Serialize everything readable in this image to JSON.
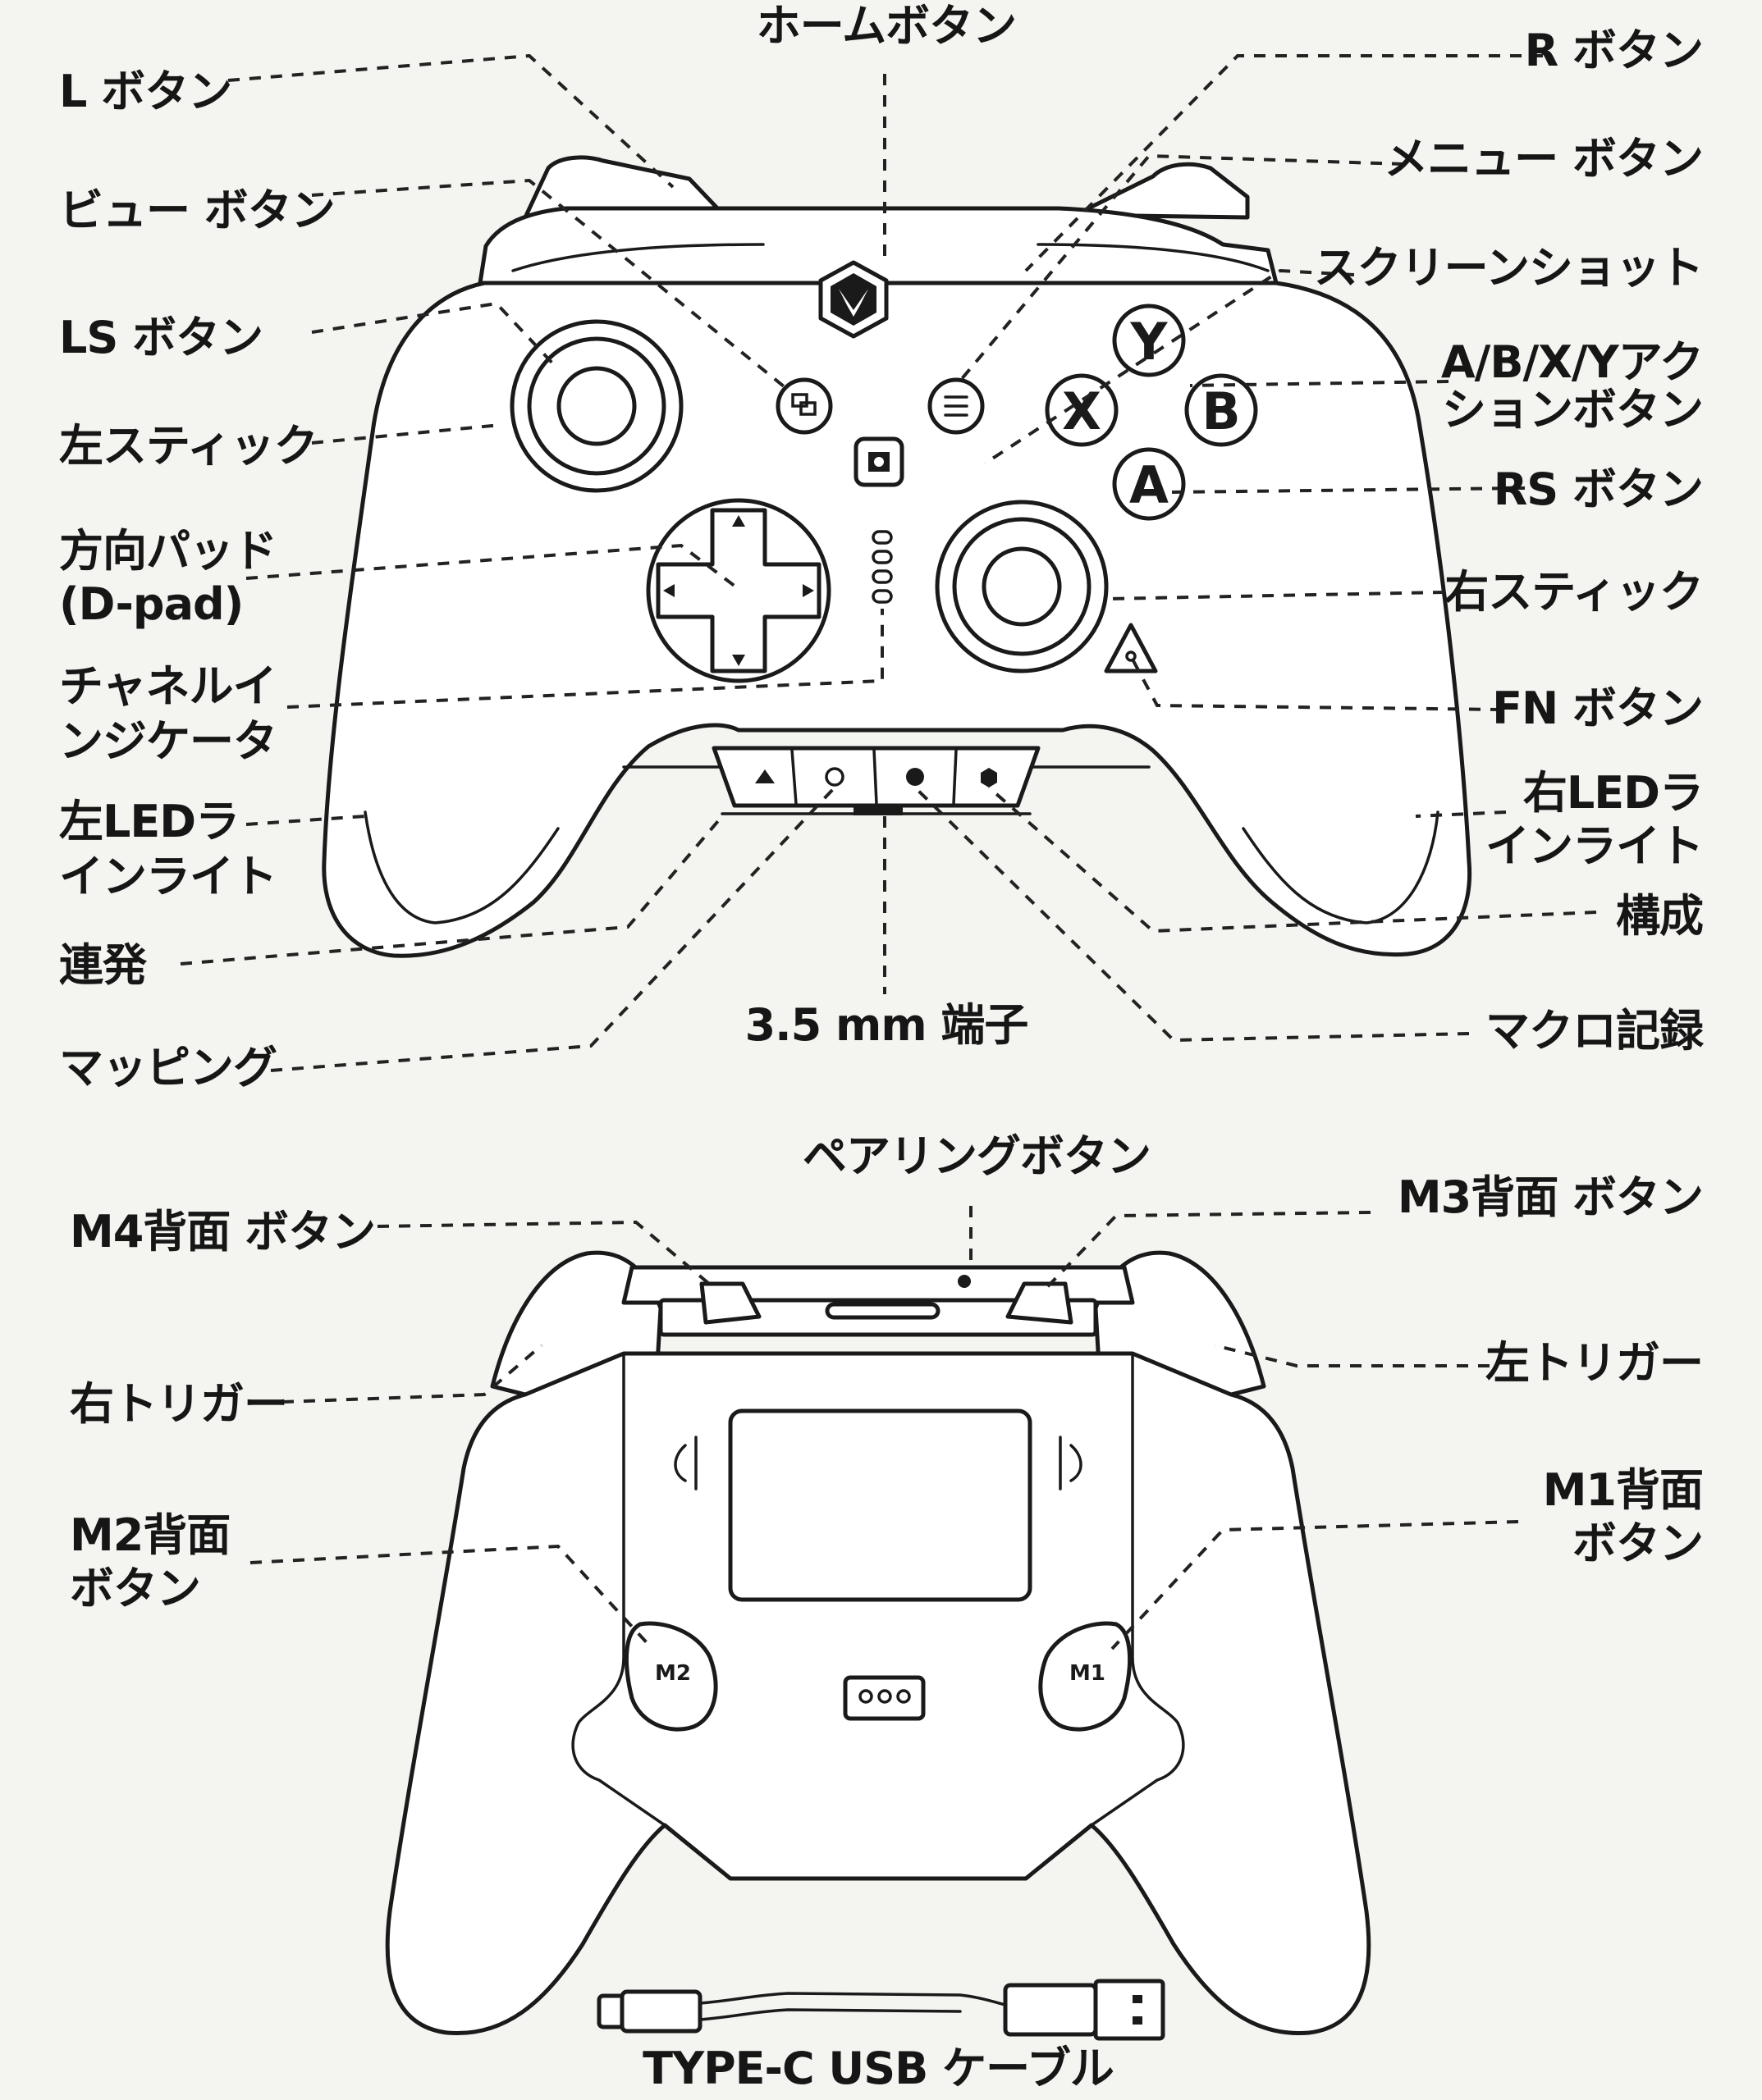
{
  "labels": {
    "home_button": "ホームボタン",
    "l_button": "L ボタン",
    "view_button": "ビュー ボタン",
    "ls_button": "LS ボタン",
    "left_stick": "左スティック",
    "dpad_line1": "方向パッド",
    "dpad_line2": "(D-pad)",
    "channel_line1": "チャネルイ",
    "channel_line2": "ンジケータ",
    "left_led_line1": "左LEDラ",
    "left_led_line2": "インライト",
    "turbo": "連発",
    "mapping": "マッピング",
    "audio_jack": "3.5 mm 端子",
    "r_button": "R ボタン",
    "menu_button": "メニュー ボタン",
    "screenshot": "スクリーンショット",
    "action_line1": "A/B/X/Yアク",
    "action_line2": "ションボタン",
    "rs_button": "RS ボタン",
    "right_stick": "右スティック",
    "fn_button": "FN ボタン",
    "right_led_line1": "右LEDラ",
    "right_led_line2": "インライト",
    "config": "構成",
    "macro": "マクロ記録",
    "pairing_button": "ペアリングボタン",
    "m4_button": "M4背面 ボタン",
    "m3_button": "M3背面 ボタン",
    "right_trigger": "右トリガー",
    "left_trigger": "左トリガー",
    "m2_line1": "M2背面",
    "m2_line2": "ボタン",
    "m1_line1": "M1背面",
    "m1_line2": "ボタン",
    "usb_cable": "TYPE-C USB ケーブル"
  },
  "glyphs": {
    "y": "Y",
    "x": "X",
    "b": "B",
    "a": "A",
    "m1": "M1",
    "m2": "M2"
  },
  "icons": [
    "home-logo-icon",
    "view-icon",
    "menu-icon",
    "screenshot-icon",
    "turbo-icon",
    "mapping-icon",
    "macro-icon",
    "config-icon",
    "fn-icon",
    "dpad-arrow-icon",
    "led-indicator-icon"
  ]
}
